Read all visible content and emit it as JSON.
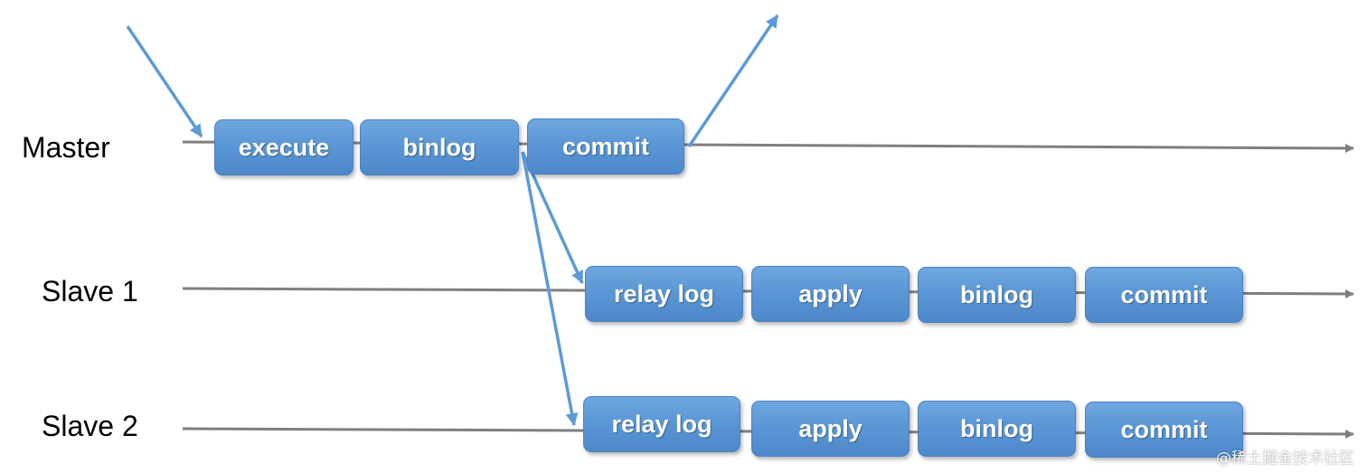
{
  "rows": {
    "master": "Master",
    "slave1": "Slave 1",
    "slave2": "Slave 2"
  },
  "steps": {
    "master": [
      "execute",
      "binlog",
      "commit"
    ],
    "slave1": [
      "relay log",
      "apply",
      "binlog",
      "commit"
    ],
    "slave2": [
      "relay log",
      "apply",
      "binlog",
      "commit"
    ]
  },
  "colors": {
    "step_fill": "#5b97d6",
    "flow_arrow": "#5b9bd5",
    "timeline": "#7f7f7f"
  },
  "watermark": "@稀土掘金技术社区"
}
